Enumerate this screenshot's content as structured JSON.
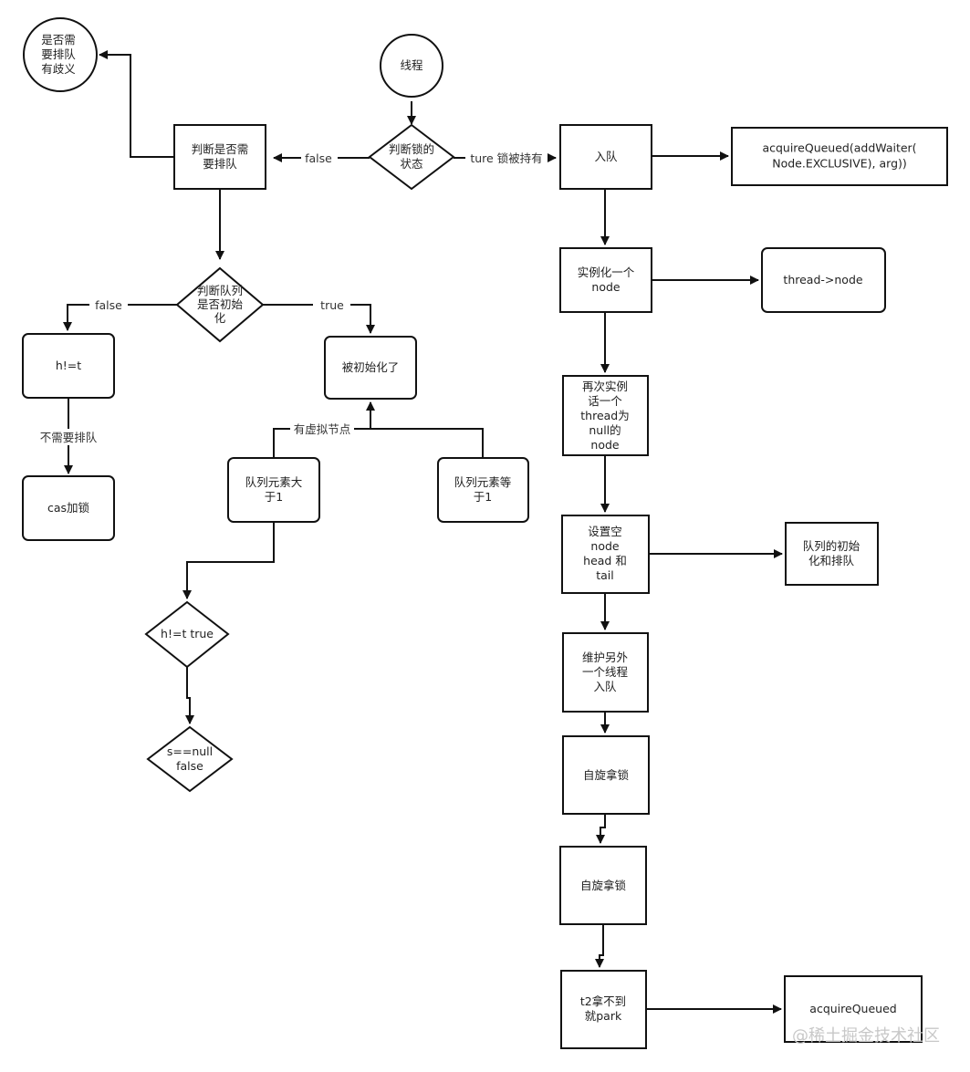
{
  "nodes": {
    "ambiguity": [
      "是否需",
      "要排队",
      "有歧义"
    ],
    "thread": [
      "线程"
    ],
    "judge_lock": [
      "判断锁的",
      "状态"
    ],
    "judge_queue": [
      "判断是否需",
      "要排队"
    ],
    "enqueue": [
      "入队"
    ],
    "acquire_queued_add_waiter": [
      "acquireQueued(addWaiter(",
      "Node.EXCLUSIVE), arg))"
    ],
    "judge_init": [
      "判断队列",
      "是否初始",
      "化"
    ],
    "instantiate_node": [
      "实例化一个",
      "node"
    ],
    "thread_to_node": [
      "thread->node"
    ],
    "h_ne_t": [
      "h!=t"
    ],
    "initialized": [
      "被初始化了"
    ],
    "cas_lock": [
      "cas加锁"
    ],
    "queue_gt_1": [
      "队列元素大",
      "于1"
    ],
    "queue_eq_1": [
      "队列元素等",
      "于1"
    ],
    "null_node": [
      "再次实例",
      "话一个",
      "thread为",
      "null的",
      "node"
    ],
    "set_empty_node": [
      "设置空",
      "node",
      "head 和",
      "tail"
    ],
    "queue_init_enqueue": [
      "队列的初始",
      "化和排队"
    ],
    "h_ne_t_true": [
      "h!=t true"
    ],
    "maintain_other": [
      "维护另外",
      "一个线程",
      "入队"
    ],
    "s_null_false": [
      "s==null",
      "false"
    ],
    "spin_1": [
      "自旋拿锁"
    ],
    "spin_2": [
      "自旋拿锁"
    ],
    "t2_park": [
      "t2拿不到",
      "就park"
    ],
    "acquire_queued": [
      "acquireQueued"
    ]
  },
  "edge_labels": {
    "false_left": "false",
    "ture_held": "ture 锁被持有",
    "init_false": "false",
    "init_true": "true",
    "no_queue": "不需要排队",
    "virtual_node": "有虚拟节点"
  },
  "watermark": "@稀土掘金技术社区"
}
